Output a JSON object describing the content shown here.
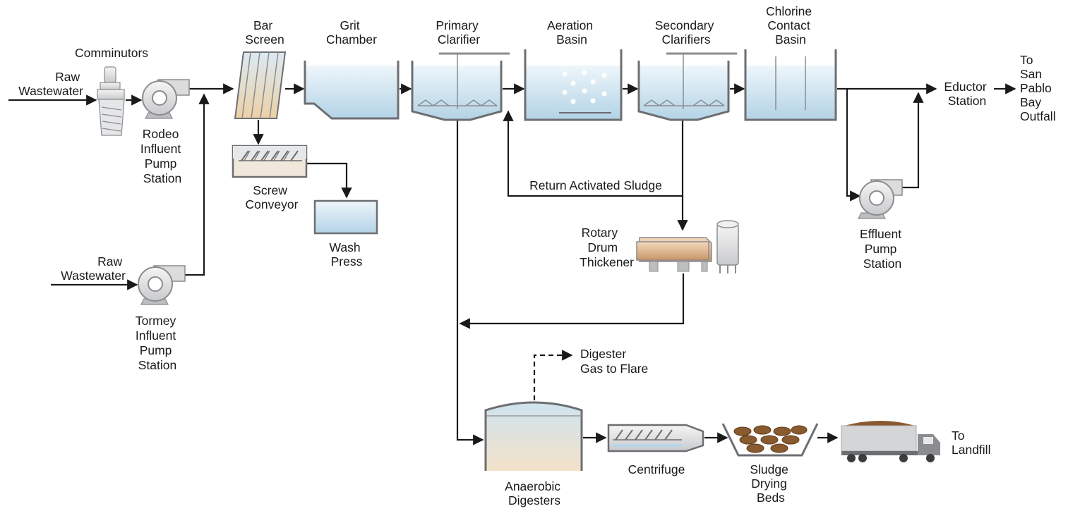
{
  "labels": {
    "raw_wastewater_top": [
      "Raw",
      "Wastewater"
    ],
    "comminutors": [
      "Comminutors"
    ],
    "rodeo_pump": [
      "Rodeo",
      "Influent",
      "Pump",
      "Station"
    ],
    "bar_screen": [
      "Bar",
      "Screen"
    ],
    "grit_chamber": [
      "Grit",
      "Chamber"
    ],
    "primary_clarifier": [
      "Primary",
      "Clarifier"
    ],
    "aeration_basin": [
      "Aeration",
      "Basin"
    ],
    "secondary_clarifiers": [
      "Secondary",
      "Clarifiers"
    ],
    "chlorine_contact": [
      "Chlorine",
      "Contact",
      "Basin"
    ],
    "eductor_station": [
      "Eductor",
      "Station"
    ],
    "to_san_pablo": [
      "To",
      "San",
      "Pablo",
      "Bay",
      "Outfall"
    ],
    "screw_conveyor": [
      "Screw",
      "Conveyor"
    ],
    "wash_press": [
      "Wash",
      "Press"
    ],
    "return_sludge": [
      "Return Activated Sludge"
    ],
    "rotary_drum": [
      "Rotary",
      "Drum",
      "Thickener"
    ],
    "effluent_pump": [
      "Effluent",
      "Pump",
      "Station"
    ],
    "raw_wastewater_bottom": [
      "Raw",
      "Wastewater"
    ],
    "tormey_pump": [
      "Tormey",
      "Influent",
      "Pump",
      "Station"
    ],
    "digester_gas": [
      "Digester",
      "Gas to Flare"
    ],
    "anaerobic_digesters": [
      "Anaerobic",
      "Digesters"
    ],
    "centrifuge": [
      "Centrifuge"
    ],
    "sludge_beds": [
      "Sludge",
      "Drying",
      "Beds"
    ],
    "to_landfill": [
      "To",
      "Landfill"
    ]
  },
  "colors": {
    "line": "#1a1a1a",
    "tank_outline": "#6d6e71",
    "water_light": "#e9f3f9",
    "water_dark": "#b9d6e8",
    "sludge_light": "#f4e4cf",
    "thickener_body": "#e3b98f",
    "cake": "#8a5a2f"
  }
}
